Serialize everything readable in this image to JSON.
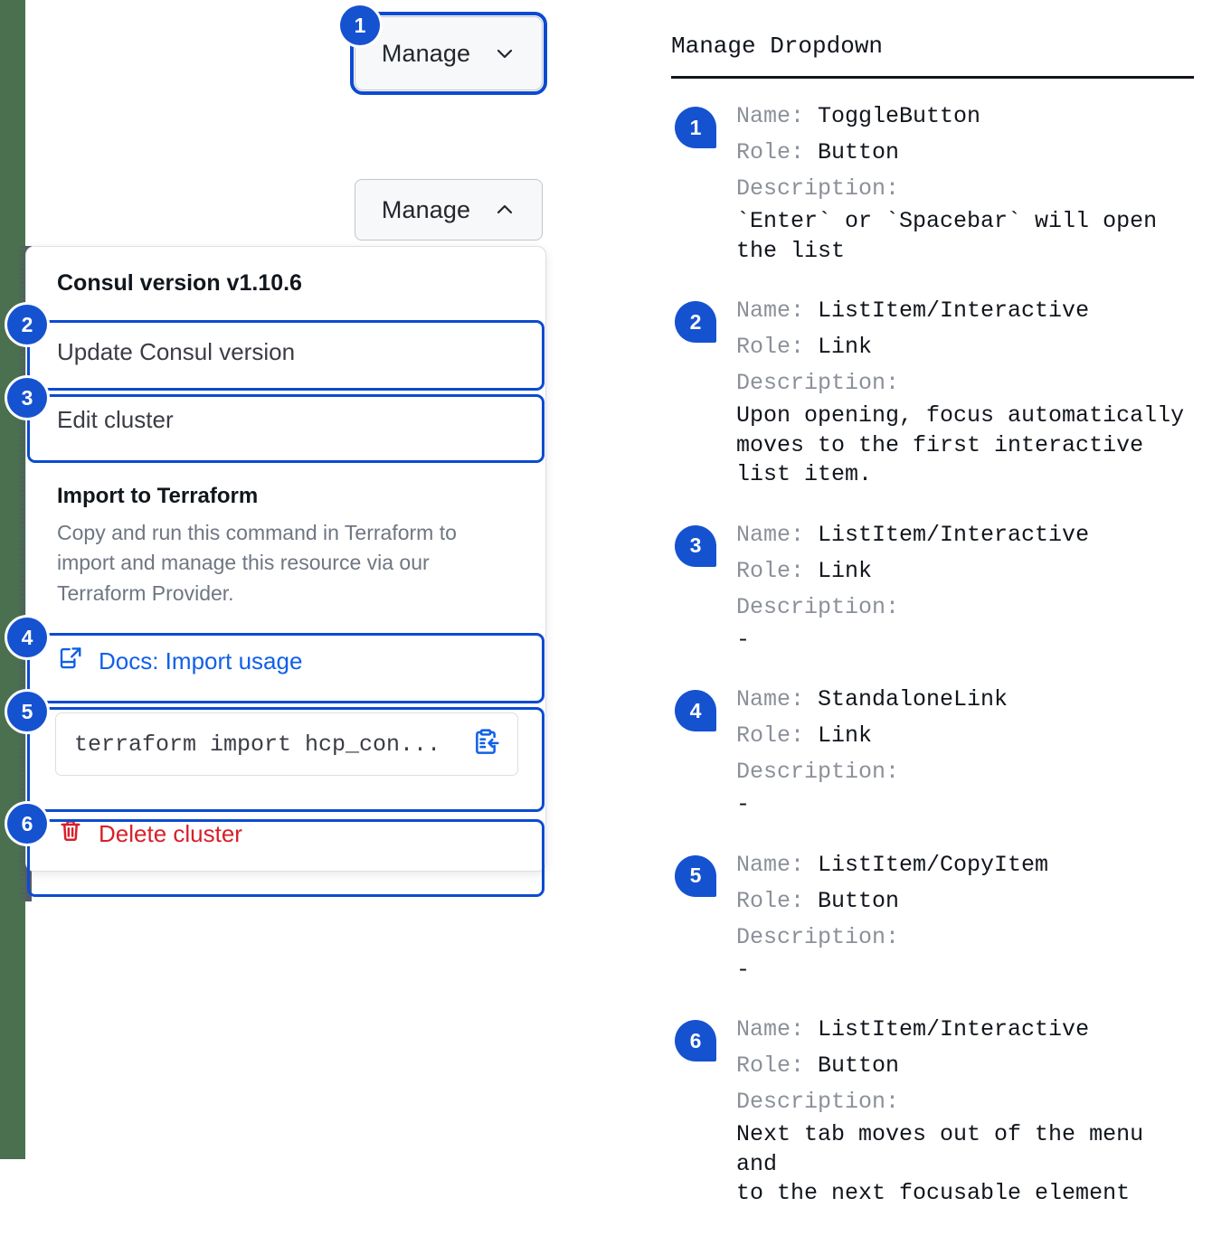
{
  "colors": {
    "accent": "#1552d0",
    "focus_ring": "#0c4bd1",
    "link": "#1060e8",
    "danger": "#d8202a",
    "edge_strip": "#4a7050",
    "muted_text": "#6f7682"
  },
  "left": {
    "button_focused": {
      "label": "Manage",
      "icon": "chevron-down-icon"
    },
    "button_open": {
      "label": "Manage",
      "icon": "chevron-up-icon"
    },
    "dropdown": {
      "header": "Consul version v1.10.6",
      "item_update": "Update Consul version",
      "item_edit": "Edit cluster",
      "terraform_title": "Import to Terraform",
      "terraform_body": "Copy and run this command in Terraform to import and manage this resource via our Terraform Provider.",
      "docs_link": "Docs: Import usage",
      "docs_icon": "external-link-docs-icon",
      "command": "terraform import hcp_con...",
      "copy_icon": "copy-to-clipboard-icon",
      "delete_label": "Delete cluster",
      "delete_icon": "trash-icon"
    },
    "badges": [
      "1",
      "2",
      "3",
      "4",
      "5",
      "6"
    ]
  },
  "right": {
    "title": "Manage Dropdown",
    "labels": {
      "name": "Name:",
      "role": "Role:",
      "description": "Description:"
    },
    "items": [
      {
        "badge": "1",
        "name": "ToggleButton",
        "role": "Button",
        "description": "`Enter` or `Spacebar` will open\nthe list"
      },
      {
        "badge": "2",
        "name": "ListItem/Interactive",
        "role": "Link",
        "description": "Upon opening, focus automatically\nmoves to the first interactive\nlist item."
      },
      {
        "badge": "3",
        "name": "ListItem/Interactive",
        "role": "Link",
        "description": "-"
      },
      {
        "badge": "4",
        "name": "StandaloneLink",
        "role": "Link",
        "description": "-"
      },
      {
        "badge": "5",
        "name": "ListItem/CopyItem",
        "role": "Button",
        "description": "-"
      },
      {
        "badge": "6",
        "name": "ListItem/Interactive",
        "role": "Button",
        "description": "Next tab moves out of the menu and\nto the next focusable element"
      }
    ]
  }
}
